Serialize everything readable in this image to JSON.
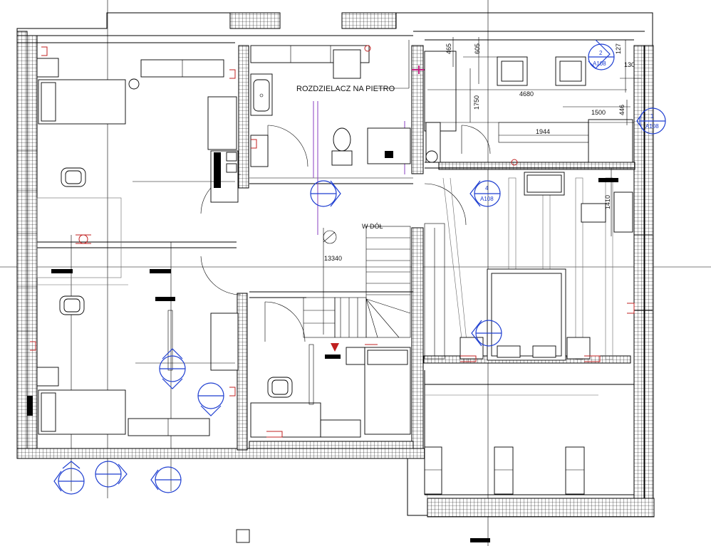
{
  "labels": {
    "manifold": "ROZDZIELACZ NA PIETRO",
    "stairs_down": "W DÓŁ",
    "elevation": "13340"
  },
  "dimensions": {
    "d465": "465",
    "d605": "605",
    "d127": "127",
    "d130": "130",
    "d4680": "4680",
    "d1750": "1750",
    "d1500": "1500",
    "d446": "446",
    "d1944": "1944",
    "d1410": "1410"
  },
  "markers": {
    "m1_num": "2",
    "m1_sheet": "A108",
    "m2_num": "1",
    "m2_sheet": "A108",
    "m3_num": "4",
    "m3_sheet": "A108"
  },
  "colors": {
    "walls": "#000000",
    "section_markers": "#1f3fd1",
    "fixtures": "#c02020",
    "pipes": "#8a3fc0"
  },
  "icons": [
    "section-marker-icon",
    "elevation-marker-icon",
    "radiator-icon",
    "toilet-icon",
    "chair-icon",
    "sink-icon"
  ]
}
